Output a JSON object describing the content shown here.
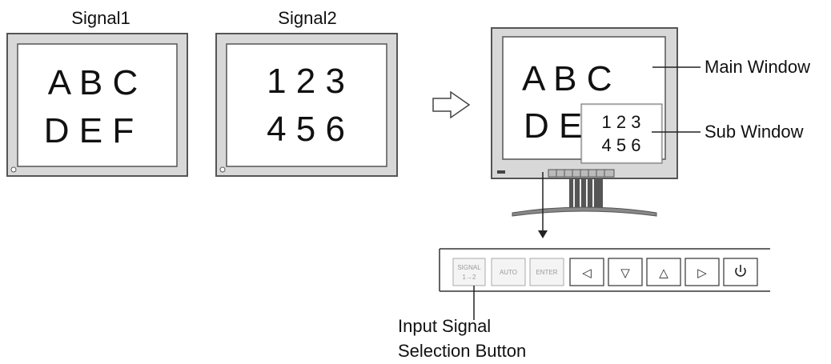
{
  "monitors": {
    "signal1": {
      "title": "Signal1",
      "rows": [
        "A B C",
        "D E F"
      ]
    },
    "signal2": {
      "title": "Signal2",
      "rows": [
        "1 2 3",
        "4 5 6"
      ]
    }
  },
  "result": {
    "main_rows": [
      "A B C",
      "D E"
    ],
    "sub_rows": [
      "1 2 3",
      "4 5 6"
    ],
    "main_window_label": "Main Window",
    "sub_window_label": "Sub Window"
  },
  "control_panel": {
    "buttons": [
      {
        "name": "signal-1-2-button",
        "label_top": "SIGNAL",
        "label_bottom": "1→2",
        "kind": "text"
      },
      {
        "name": "auto-button",
        "label_top": "AUTO",
        "kind": "text"
      },
      {
        "name": "enter-button",
        "label_top": "ENTER",
        "kind": "text"
      },
      {
        "name": "left-button",
        "icon": "left-triangle-icon",
        "symbol": "◁",
        "kind": "icon"
      },
      {
        "name": "down-button",
        "icon": "down-triangle-icon",
        "symbol": "▽",
        "kind": "icon"
      },
      {
        "name": "up-button",
        "icon": "up-triangle-icon",
        "symbol": "△",
        "kind": "icon"
      },
      {
        "name": "right-button",
        "icon": "right-triangle-icon",
        "symbol": "▷",
        "kind": "icon"
      },
      {
        "name": "power-button",
        "icon": "power-icon",
        "symbol": "⏻",
        "kind": "icon"
      }
    ],
    "callout_line1": "Input Signal",
    "callout_line2": "Selection Button"
  }
}
